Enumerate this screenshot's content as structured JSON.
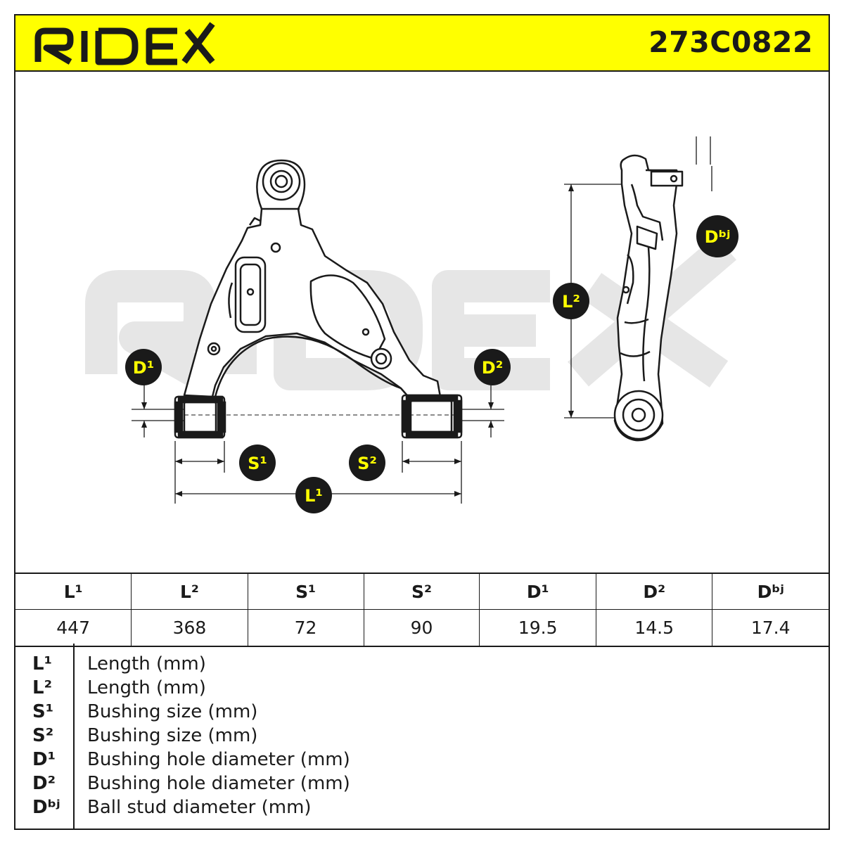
{
  "header": {
    "brand": "RIDEX",
    "part_number": "273C0822"
  },
  "markers": {
    "d1": "D¹",
    "d2": "D²",
    "s1": "S¹",
    "s2": "S²",
    "l1": "L¹",
    "l2": "L²",
    "dbj": "Dᵇʲ"
  },
  "table": {
    "headers": [
      "L¹",
      "L²",
      "S¹",
      "S²",
      "D¹",
      "D²",
      "Dᵇʲ"
    ],
    "values": [
      "447",
      "368",
      "72",
      "90",
      "19.5",
      "14.5",
      "17.4"
    ]
  },
  "legend": [
    {
      "symbol": "L¹",
      "description": "Length (mm)"
    },
    {
      "symbol": "L²",
      "description": "Length (mm)"
    },
    {
      "symbol": "S¹",
      "description": "Bushing size (mm)"
    },
    {
      "symbol": "S²",
      "description": "Bushing size (mm)"
    },
    {
      "symbol": "D¹",
      "description": "Bushing hole diameter (mm)"
    },
    {
      "symbol": "D²",
      "description": "Bushing hole diameter (mm)"
    },
    {
      "symbol": "Dᵇʲ",
      "description": "Ball stud diameter (mm)"
    }
  ],
  "colors": {
    "accent": "#ffff00",
    "ink": "#1a1a1a",
    "watermark": "#e6e6e6"
  }
}
